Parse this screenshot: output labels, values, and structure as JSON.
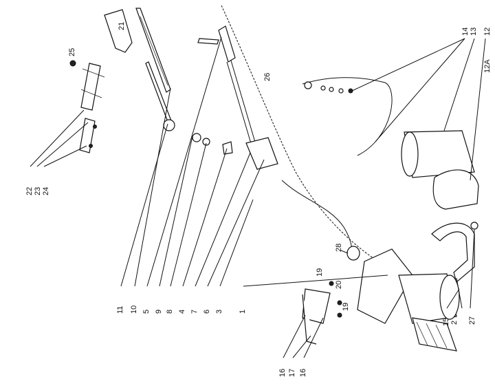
{
  "diagram": {
    "callouts": [
      {
        "id": "c1",
        "text": "1"
      },
      {
        "id": "c2",
        "text": "2"
      },
      {
        "id": "c3",
        "text": "3"
      },
      {
        "id": "c4",
        "text": "4"
      },
      {
        "id": "c5",
        "text": "5"
      },
      {
        "id": "c6",
        "text": "6"
      },
      {
        "id": "c7",
        "text": "7"
      },
      {
        "id": "c8",
        "text": "8"
      },
      {
        "id": "c9",
        "text": "9"
      },
      {
        "id": "c10",
        "text": "10"
      },
      {
        "id": "c11",
        "text": "11"
      },
      {
        "id": "c12",
        "text": "12"
      },
      {
        "id": "c12a",
        "text": "12A"
      },
      {
        "id": "c13",
        "text": "13"
      },
      {
        "id": "c14",
        "text": "14"
      },
      {
        "id": "c15",
        "text": "15"
      },
      {
        "id": "c16a",
        "text": "16"
      },
      {
        "id": "c16b",
        "text": "16"
      },
      {
        "id": "c17",
        "text": "17"
      },
      {
        "id": "c19a",
        "text": "19"
      },
      {
        "id": "c19b",
        "text": "19"
      },
      {
        "id": "c20",
        "text": "20"
      },
      {
        "id": "c21",
        "text": "21"
      },
      {
        "id": "c22",
        "text": "22"
      },
      {
        "id": "c23",
        "text": "23"
      },
      {
        "id": "c24",
        "text": "24"
      },
      {
        "id": "c25",
        "text": "25"
      },
      {
        "id": "c26",
        "text": "26"
      },
      {
        "id": "c27",
        "text": "27"
      },
      {
        "id": "c28",
        "text": "28"
      }
    ]
  }
}
